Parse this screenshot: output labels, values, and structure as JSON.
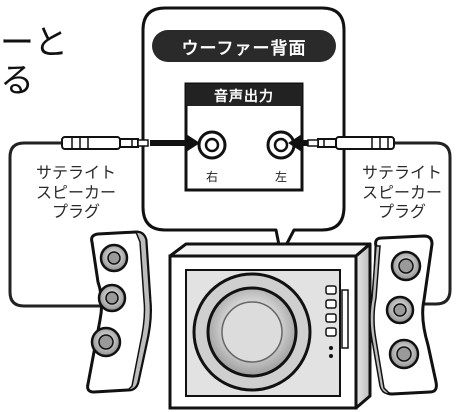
{
  "heading_fragment": {
    "line1": "ーと",
    "line2": "る"
  },
  "panel": {
    "title": "ウーファー背面",
    "section_label": "音声出力"
  },
  "jacks": {
    "right_label": "右",
    "left_label": "左"
  },
  "satellite_plug_label_left": [
    "サテライト",
    "スピーカー",
    "プラグ"
  ],
  "satellite_plug_label_right": [
    "サテライト",
    "スピーカー",
    "プラグ"
  ],
  "colors": {
    "ink": "#111111",
    "panel_fill": "#ffffff",
    "bar_fill": "#222222",
    "cable": "#333333"
  },
  "icons": [
    "left-plug-icon",
    "right-plug-icon",
    "jack-right-icon",
    "jack-left-icon",
    "arrow-right-icon",
    "arrow-left-icon",
    "subwoofer-icon",
    "satellite-speaker-left-icon",
    "satellite-speaker-right-icon"
  ]
}
